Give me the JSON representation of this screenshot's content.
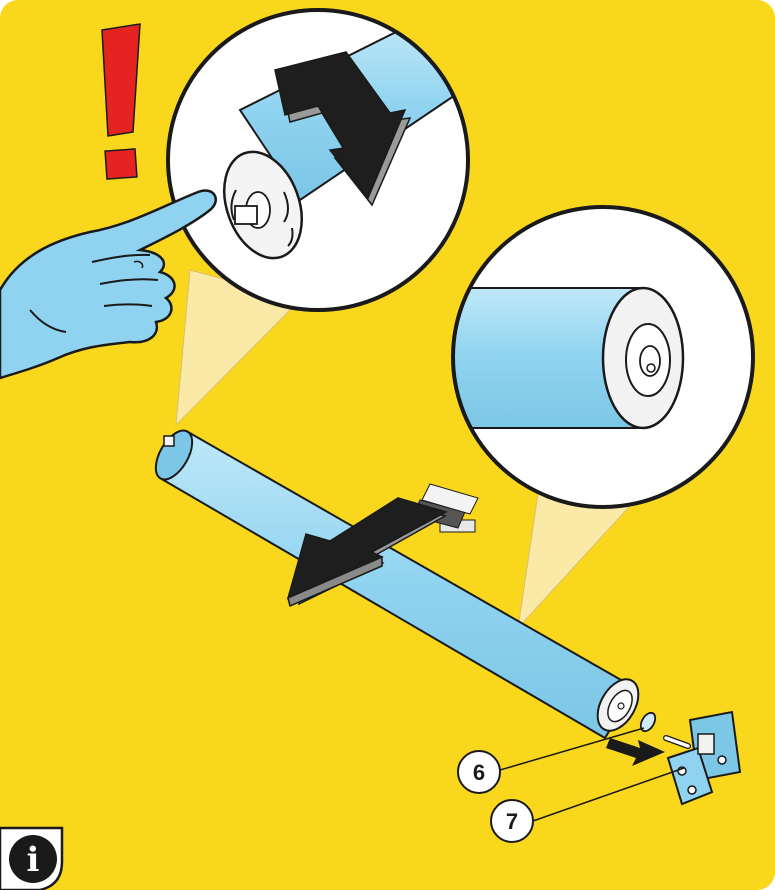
{
  "colors": {
    "background": "#f9d71c",
    "tube": "#8fd3f0",
    "tube_light": "#bfe8f8",
    "warning": "#e52421",
    "beam": "#fbe9a8",
    "ink": "#1a1a1a",
    "arrow_top": "#1e1e1e",
    "arrow_side": "#8a8a8a"
  },
  "callouts": [
    {
      "number": "6",
      "target": "washer"
    },
    {
      "number": "7",
      "target": "bracket"
    }
  ],
  "icons": {
    "warning": "exclamation-icon",
    "info": "info-icon",
    "hand": "pointing-hand-icon"
  },
  "info_label": "i"
}
